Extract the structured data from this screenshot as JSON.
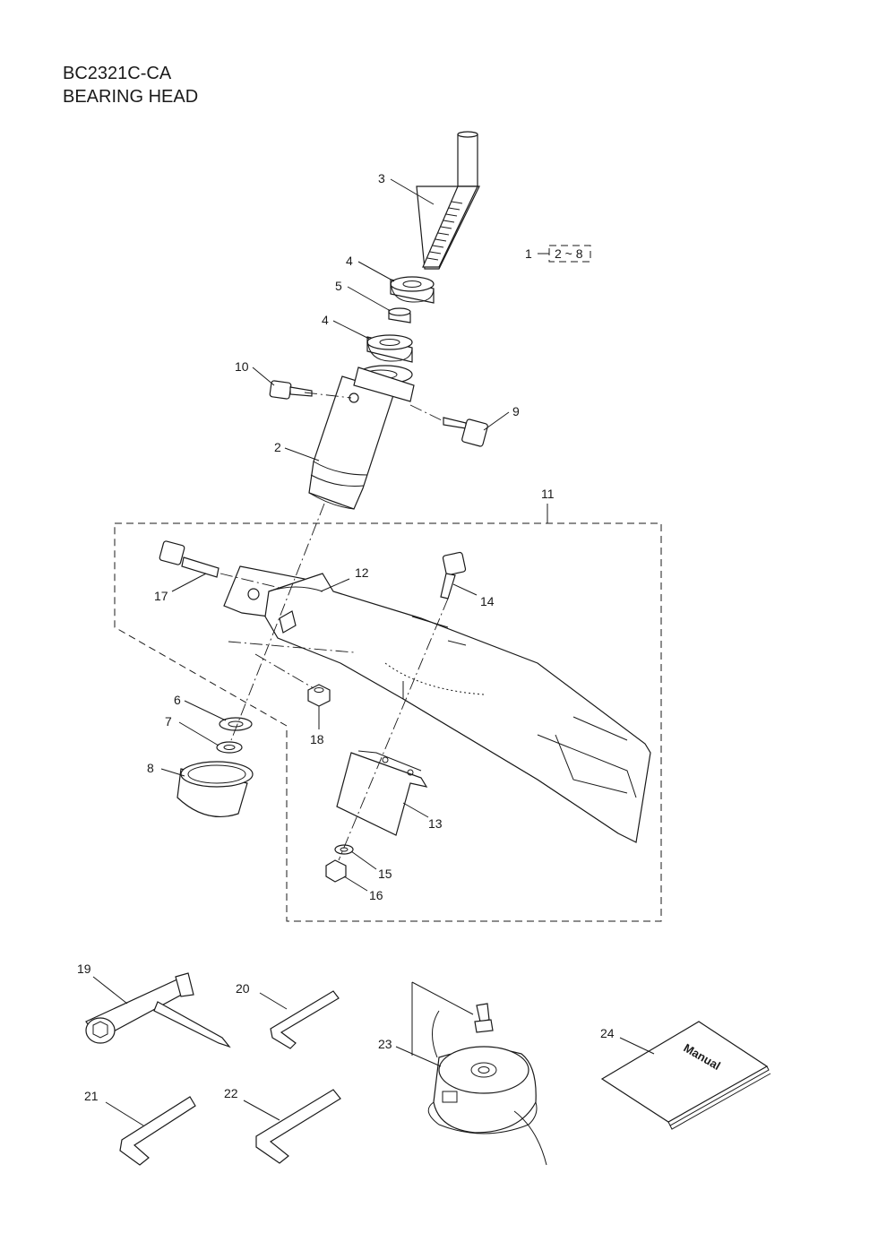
{
  "header": {
    "model": "BC2321C-CA",
    "title": "BEARING HEAD"
  },
  "callouts": {
    "c1": "1",
    "c1_range": "2 ~ 8",
    "c2": "2",
    "c3": "3",
    "c4a": "4",
    "c4b": "4",
    "c5": "5",
    "c6": "6",
    "c7": "7",
    "c8": "8",
    "c9": "9",
    "c10": "10",
    "c11": "11",
    "c12": "12",
    "c13": "13",
    "c14": "14",
    "c15": "15",
    "c16": "16",
    "c17": "17",
    "c18": "18",
    "c19": "19",
    "c20": "20",
    "c21": "21",
    "c22": "22",
    "c23": "23",
    "c24": "24"
  },
  "manual_cover_text": "Manual"
}
